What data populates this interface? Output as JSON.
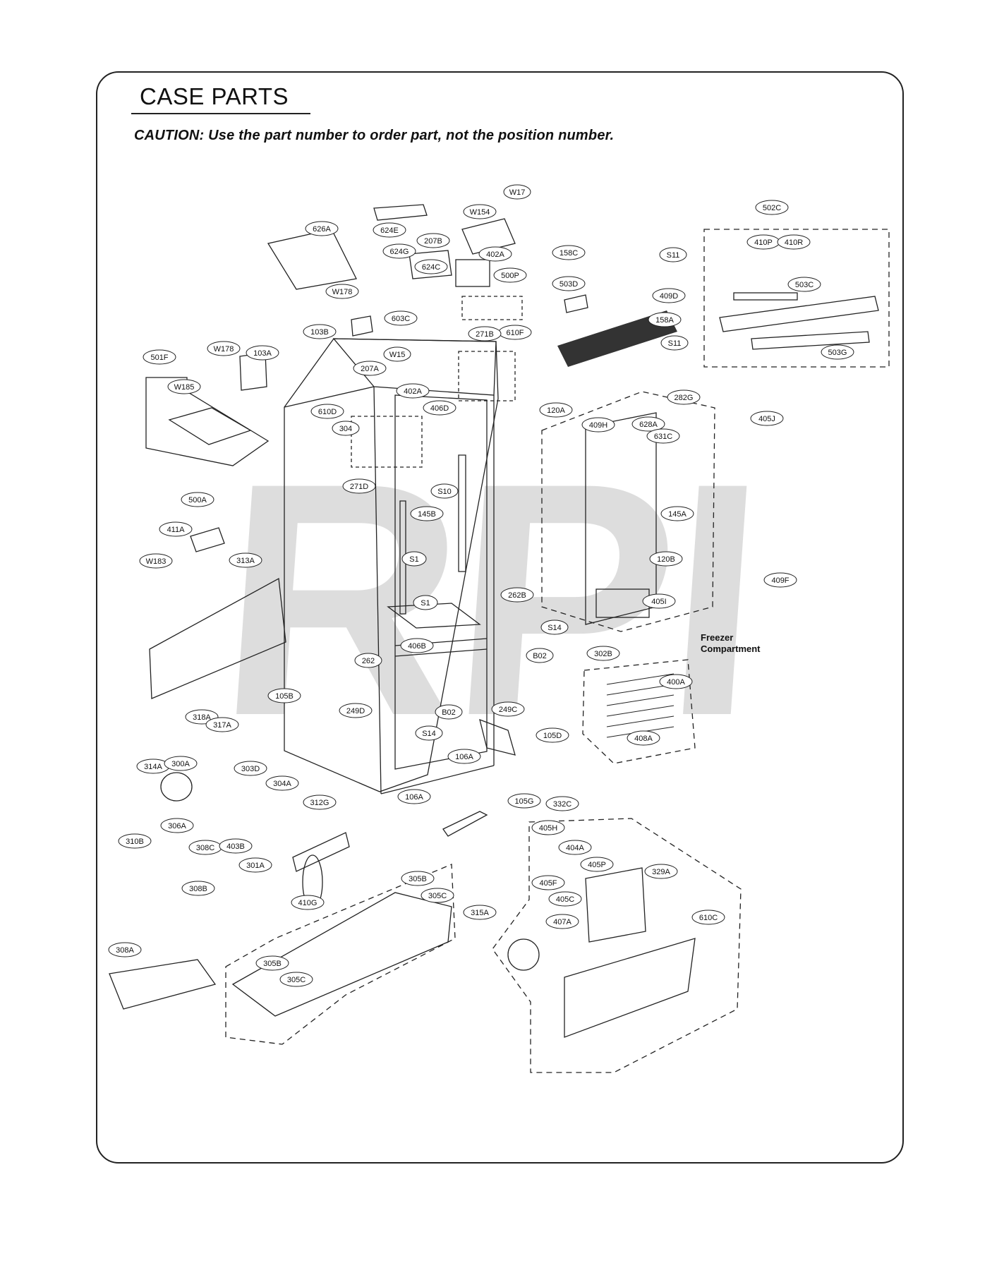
{
  "header": {
    "title": "CASE PARTS",
    "caution": "CAUTION: Use the part number to order part, not the position number."
  },
  "watermark": "RPI",
  "annotations": {
    "freezer_line1": "Freezer",
    "freezer_line2": "Compartment"
  },
  "colors": {
    "ink": "#222222",
    "watermark": "#c8c8c8",
    "background": "#ffffff"
  },
  "callouts": [
    "W17",
    "W154",
    "624E",
    "626A",
    "207B",
    "402A",
    "624G",
    "624C",
    "500P",
    "W178",
    "603C",
    "610F",
    "103B",
    "271B",
    "W178",
    "103A",
    "W15",
    "501F",
    "W185",
    "207A",
    "402A",
    "406D",
    "610D",
    "304",
    "271D",
    "S10",
    "145B",
    "S1",
    "S1",
    "262B",
    "S14",
    "B02",
    "262",
    "406B",
    "249D",
    "B02",
    "249C",
    "S14",
    "105D",
    "106A",
    "106A",
    "105G",
    "158C",
    "S11",
    "503D",
    "409D",
    "158A",
    "S11",
    "502C",
    "410P",
    "410R",
    "503C",
    "503G",
    "120A",
    "282G",
    "409H",
    "628A",
    "631C",
    "405J",
    "145A",
    "120B",
    "405I",
    "409F",
    "302B",
    "400A",
    "408A",
    "500A",
    "411A",
    "W183",
    "313A",
    "105B",
    "318A",
    "317A",
    "314A",
    "300A",
    "303D",
    "304A",
    "306A",
    "310B",
    "312G",
    "308C",
    "403B",
    "301A",
    "308B",
    "410G",
    "305B",
    "305C",
    "315A",
    "305B",
    "305C",
    "308A",
    "332C",
    "405H",
    "404A",
    "405P",
    "329A",
    "405F",
    "405C",
    "407A",
    "610C"
  ]
}
